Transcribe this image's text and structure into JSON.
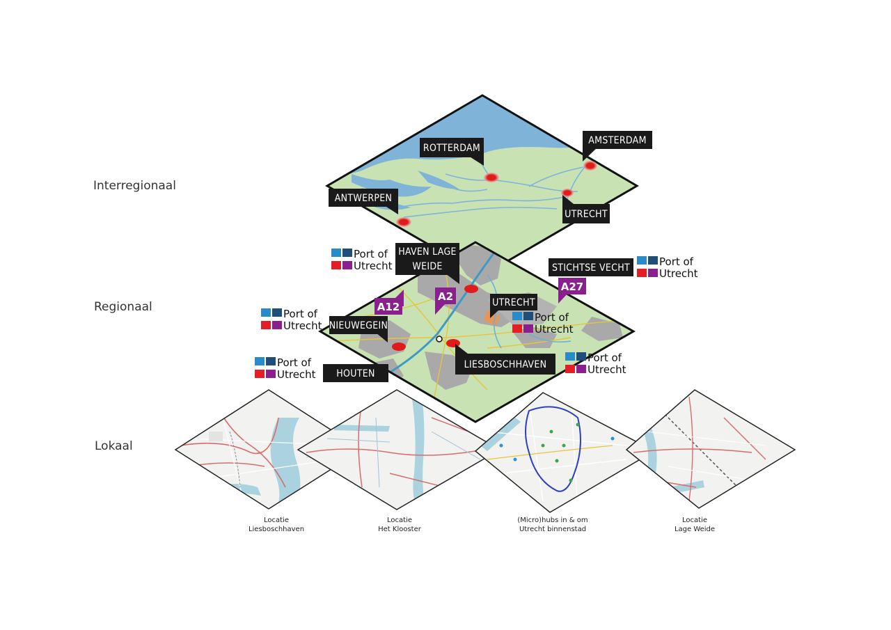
{
  "levels": {
    "interregional": "Interregionaal",
    "regional": "Regionaal",
    "local": "Lokaal"
  },
  "interregional_tags": {
    "rotterdam": "ROTTERDAM",
    "amsterdam": "AMSTERDAM",
    "antwerpen": "ANTWERPEN",
    "utrecht": "UTRECHT"
  },
  "regional_tags": {
    "haven_line1": "HAVEN LAGE",
    "haven_line2": "WEIDE",
    "stichtse": "STICHTSE VECHT",
    "utrecht": "UTRECHT",
    "nieuwegein": "NIEUWEGEIN",
    "liesboschhaven": "LIESBOSCHHAVEN",
    "houten": "HOUTEN"
  },
  "roads": {
    "a12": "A12",
    "a2": "A2",
    "a27": "A27"
  },
  "logo": {
    "line1": "Port of",
    "line2": "Utrecht"
  },
  "local_captions": [
    {
      "line1": "Locatie",
      "line2": "Liesboschhaven"
    },
    {
      "line1": "Locatie",
      "line2": "Het Klooster"
    },
    {
      "line1": "(Micro)hubs in & om",
      "line2": "Utrecht binnenstad"
    },
    {
      "line1": "Locatie",
      "line2": "Lage Weide"
    }
  ],
  "colors": {
    "land": "#c8e2b4",
    "water": "#7fb4d8",
    "urban": "#a9a9a9",
    "tag": "#1a1a1a",
    "road_badge": "#8a1f8e",
    "hotspot": "#e01b1b",
    "logo_blue": "#2a8bc9",
    "logo_navy": "#1f4e7a",
    "logo_red": "#e31e24",
    "logo_purple": "#8a1f8e"
  }
}
